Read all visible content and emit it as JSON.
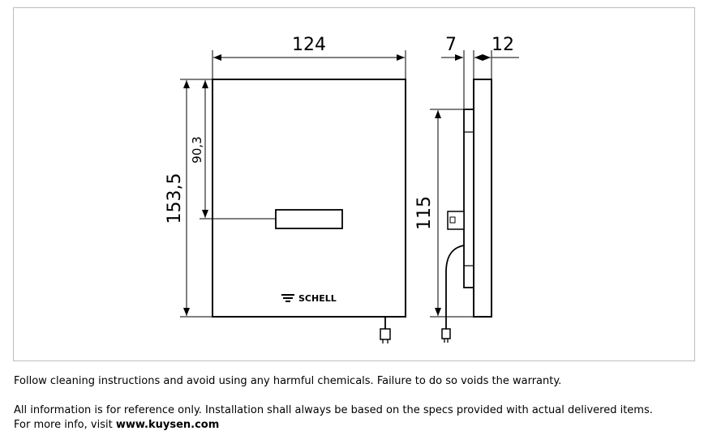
{
  "drawing": {
    "dimensions": {
      "width": "124",
      "height": "153,5",
      "sensor_height": "90,3",
      "depth_recess": "7",
      "depth_plate": "12",
      "body_height": "115"
    },
    "brand": "SCHELL"
  },
  "notes": {
    "cleaning": "Follow cleaning instructions and avoid using any harmful chemicals. Failure to do so voids the warranty.",
    "reference": "All information is for reference only. Installation shall always be based on the specs provided with actual delivered items.",
    "more_info_prefix": "For more info, visit ",
    "website": "www.kuysen.com"
  }
}
